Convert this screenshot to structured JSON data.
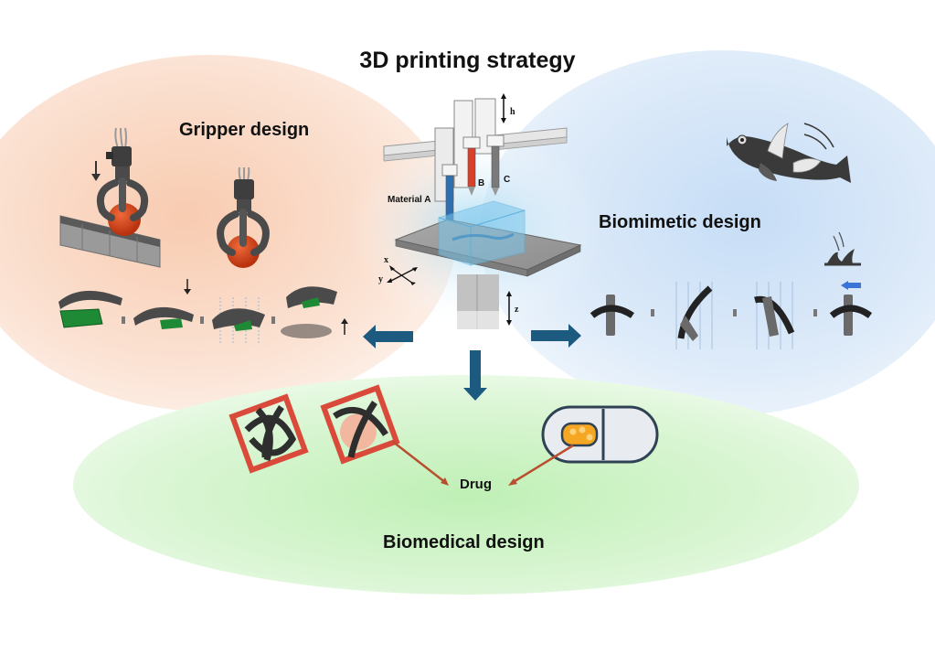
{
  "title": "3D printing strategy",
  "sections": {
    "gripper": {
      "label": "Gripper design",
      "color": "#f9d3bd"
    },
    "biomimetic": {
      "label": "Biomimetic design",
      "color": "#cfe3f8"
    },
    "biomedical": {
      "label": "Biomedical design",
      "color": "#cdf2c6"
    }
  },
  "printer": {
    "nozzles": [
      "Material A",
      "B",
      "C"
    ],
    "nozzle_colors": [
      "#2f6fb0",
      "#d9402a",
      "#7a7a7a"
    ],
    "axes": {
      "h": "h",
      "x": "x",
      "y": "y",
      "z": "z"
    }
  },
  "drug": {
    "label": "Drug"
  },
  "colors": {
    "flow_arrow": "#1d5a7f",
    "gripper_dark": "#4a4a4a",
    "ball": "#d4481f",
    "pad_green": "#1e8a35",
    "frame_red": "#d94a3a",
    "capsule_fill": "#f5a623",
    "blue_arrow": "#3b73d6"
  }
}
